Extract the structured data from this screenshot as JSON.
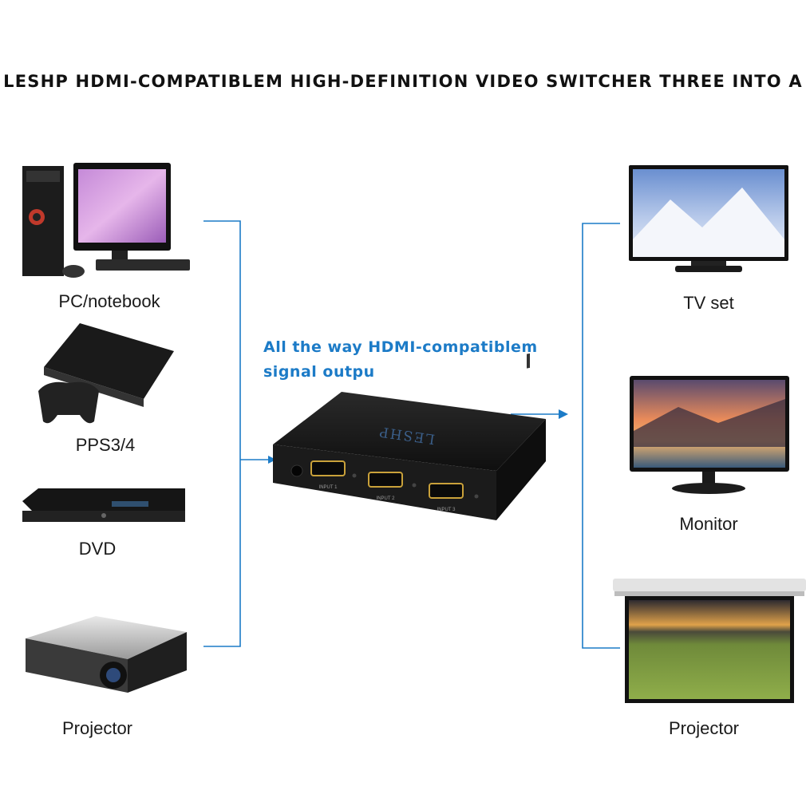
{
  "header": {
    "title": "LESHP HDMI-COMPATIBLEM HIGH-DEFINITION VIDEO SWITCHER THREE INTO A"
  },
  "center": {
    "signal_line1": "All the way HDMI-compatiblem",
    "signal_line2": "signal outpu",
    "brand_on_device": "LESHP",
    "ports": [
      "INPUT 1",
      "INPUT 2",
      "INPUT 3"
    ]
  },
  "inputs": [
    {
      "label": "PC/notebook",
      "icon": "pc-notebook-icon"
    },
    {
      "label": "PPS3/4",
      "icon": "game-console-icon"
    },
    {
      "label": "DVD",
      "icon": "dvd-player-icon"
    },
    {
      "label": "Projector",
      "icon": "projector-icon"
    }
  ],
  "outputs": [
    {
      "label": "TV set",
      "icon": "tv-icon"
    },
    {
      "label": "Monitor",
      "icon": "monitor-icon"
    },
    {
      "label": "Projector",
      "icon": "projector-screen-icon"
    }
  ],
  "colors": {
    "connector": "#1c7bc7",
    "device_body": "#1b1b1b",
    "text": "#1a1a1a"
  }
}
